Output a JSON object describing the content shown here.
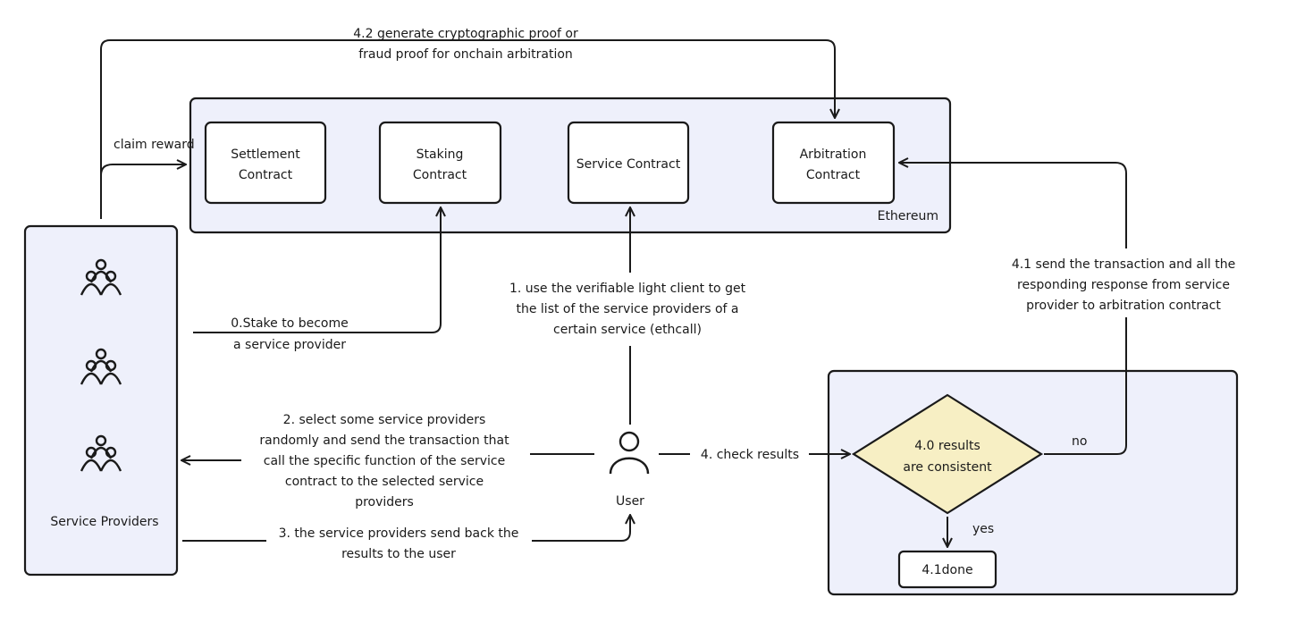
{
  "colors": {
    "panel_fill": "#eef0fb",
    "decision_fill": "#f7efc4",
    "stroke": "#1a1a1a"
  },
  "ethereum": {
    "label": "Ethereum",
    "contracts": {
      "settlement": [
        "Settlement",
        "Contract"
      ],
      "staking": [
        "Staking",
        "Contract"
      ],
      "service": [
        "Service Contract"
      ],
      "arbitration": [
        "Arbitration",
        "Contract"
      ]
    }
  },
  "providers": {
    "label": "Service Providers",
    "icons": [
      "group-icon",
      "group-icon",
      "group-icon"
    ]
  },
  "user": {
    "label": "User",
    "icon": "user-icon"
  },
  "decision": {
    "lines": [
      "4.0 results",
      "are consistent"
    ]
  },
  "done": {
    "label": "4.1done"
  },
  "edges": {
    "e42": [
      "4.2 generate cryptographic proof or",
      "fraud proof for onchain arbitration"
    ],
    "claim": [
      "claim reward"
    ],
    "stake": [
      "0.Stake to become",
      "a service provider"
    ],
    "e1": [
      "1. use the verifiable light client to get",
      "the list of the service providers of a",
      "certain service (ethcall)"
    ],
    "e2": [
      "2. select some service providers",
      "randomly and send the transaction that",
      "call the specific function of the service",
      "contract to the selected service",
      "providers"
    ],
    "e3": [
      "3. the service providers send back the",
      "results to the user"
    ],
    "e4": [
      "4. check results"
    ],
    "e41": [
      "4.1 send the transaction and all the",
      "responding response from service",
      "provider to arbitration contract"
    ],
    "no": [
      "no"
    ],
    "yes": [
      "yes"
    ]
  }
}
